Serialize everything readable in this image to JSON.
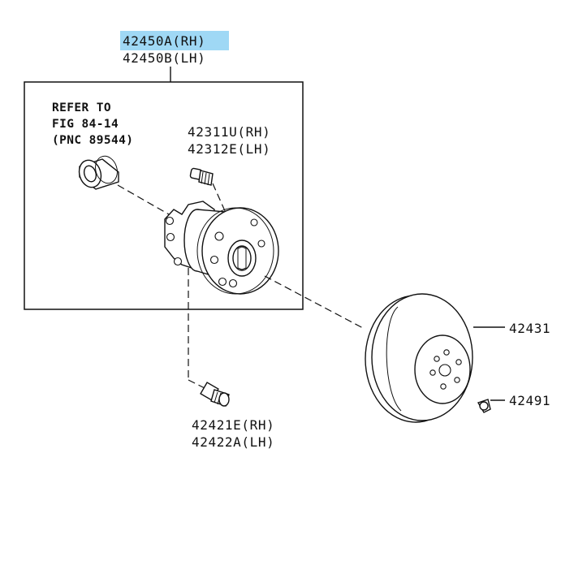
{
  "assembly": {
    "part_rh": "42450A(RH)",
    "part_lh": "42450B(LH)",
    "highlight_color": "#9fd8f5",
    "refer_line1": "REFER TO",
    "refer_line2": "FIG 84-14",
    "refer_line3": "(PNC 89544)"
  },
  "hub_bolt": {
    "part_rh": "42311U(RH)",
    "part_lh": "42312E(LH)"
  },
  "hub_nut_bolt": {
    "part_rh": "42421E(RH)",
    "part_lh": "42422A(LH)"
  },
  "disc": {
    "part": "42431"
  },
  "plug": {
    "part": "42491"
  },
  "icons": [
    "bearing-icon",
    "hub-bolt-icon",
    "hub-flange-icon",
    "mount-bolt-icon",
    "brake-disc-icon",
    "plug-icon"
  ]
}
